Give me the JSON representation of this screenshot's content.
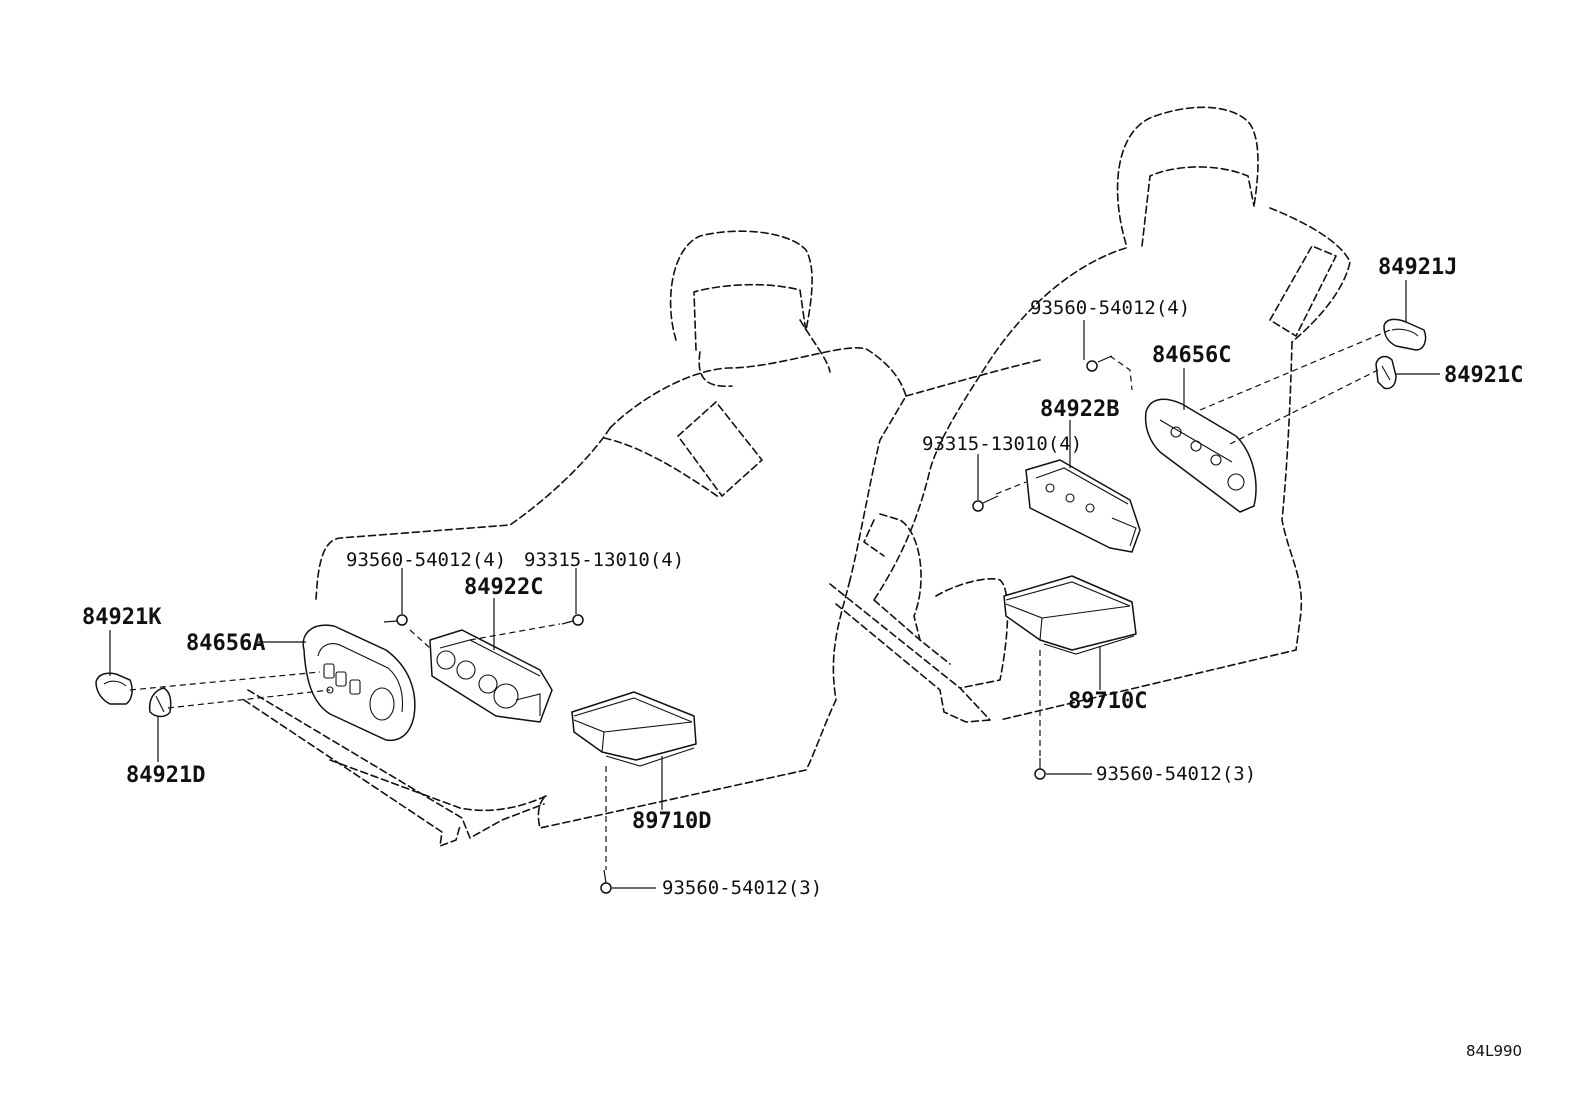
{
  "labels": {
    "p84921K": "84921K",
    "p84656A": "84656A",
    "p84921D": "84921D",
    "p93560_54012_4_left": "93560-54012(4)",
    "p93315_13010_4_left": "93315-13010(4)",
    "p84922C": "84922C",
    "p89710D": "89710D",
    "p93560_54012_3_left": "93560-54012(3)",
    "p93560_54012_4_right": "93560-54012(4)",
    "p84656C": "84656C",
    "p84922B": "84922B",
    "p93315_13010_4_right": "93315-13010(4)",
    "p84921J": "84921J",
    "p84921C": "84921C",
    "p89710C": "89710C",
    "p93560_54012_3_right": "93560-54012(3)"
  },
  "diagram_code": "84L990"
}
